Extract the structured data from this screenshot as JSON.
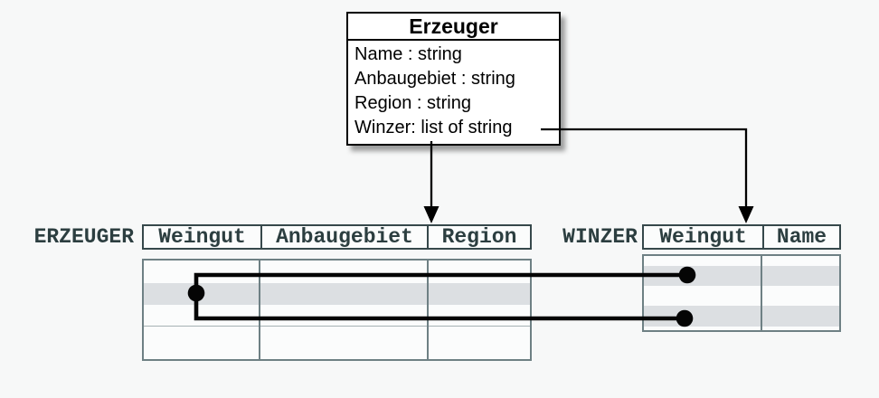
{
  "class_box": {
    "title": "Erzeuger",
    "attributes": [
      "Name : string",
      "Anbaugebiet : string",
      "Region : string",
      "Winzer: list of string"
    ]
  },
  "erzeuger_table": {
    "label": "ERZEUGER",
    "columns": [
      "Weingut",
      "Anbaugebiet",
      "Region"
    ],
    "highlighted_row_index": 2,
    "row_count": 4
  },
  "winzer_table": {
    "label": "WINZER",
    "columns": [
      "Weingut",
      "Name"
    ],
    "highlighted_row_indexes": [
      2,
      4
    ],
    "row_count": 4
  },
  "colors": {
    "background": "#f7f8f8",
    "class_box_border": "#000000",
    "class_box_fill": "#ffffff",
    "table_header_ink": "#2c3e40",
    "table_header_border": "#36484b",
    "table_body_border": "#6e8084",
    "row_highlight": "#dcdfe2",
    "connector": "#000000"
  }
}
